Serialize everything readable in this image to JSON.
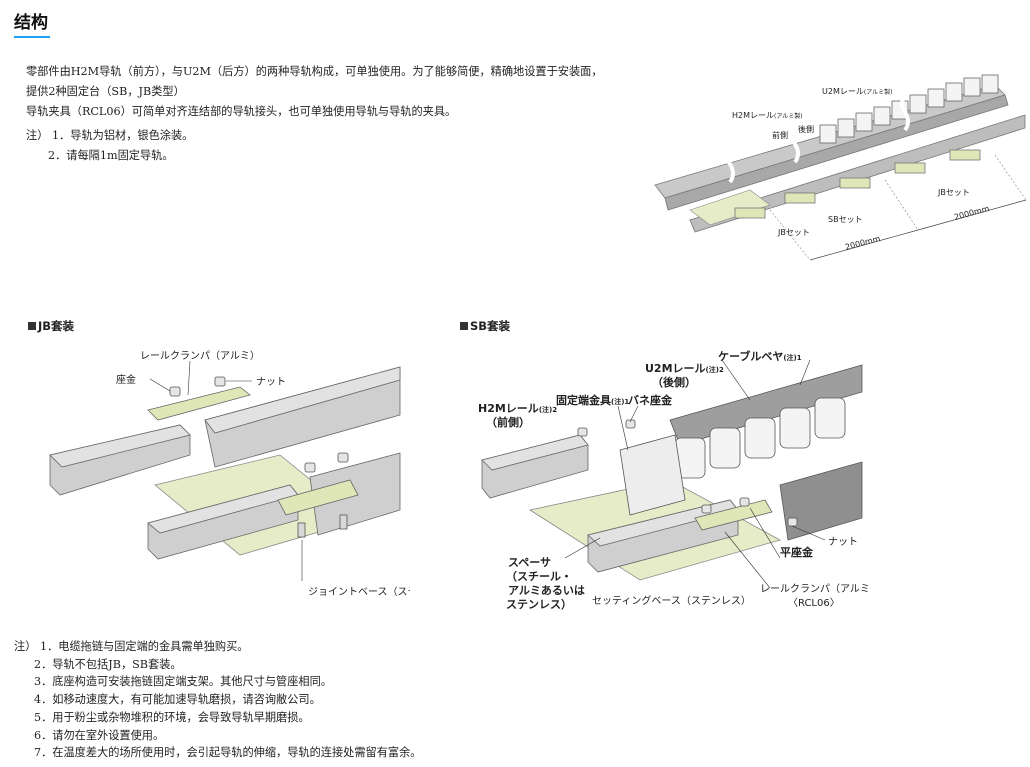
{
  "title": "结构",
  "intro": {
    "line1": "零部件由H2M导轨（前方），与U2M（后方）的两种导轨构成，可单独使用。为了能够简便，精确地设置于安装面，提供2种固定台（SB，JB类型）",
    "line2": "导轨夹具（RCL06）可简单对齐连结部的导轨接头，也可单独使用导轨与导轨的夹具。"
  },
  "notes_top": {
    "prefix": "注）",
    "items": [
      "1．导轨为铝材，银色涂装。",
      "2．请每隔1m固定导轨。"
    ]
  },
  "overview": {
    "labels": {
      "u2m": "U2Mレール",
      "u2m_sub": "(アルミ製)",
      "h2m": "H2Mレール",
      "h2m_sub": "(アルミ製)",
      "front": "前側",
      "rear": "後側",
      "jb_set1": "JBセット",
      "sb_set": "SBセット",
      "jb_set2": "JBセット",
      "dim1": "2000mm",
      "dim2": "2000mm"
    }
  },
  "jb_section": {
    "heading": "JB套装",
    "labels": {
      "clamper": "レールクランパ（アルミ）",
      "washer": "座金",
      "nut": "ナット",
      "base": "ジョイントベース（ステンレス）"
    }
  },
  "sb_section": {
    "heading": "SB套装",
    "labels": {
      "u2m": "U2Mレール",
      "u2m_note": "(注)2",
      "u2m_side": "（後側）",
      "conveyor": "ケーブルベヤ",
      "conveyor_note": "(注)1",
      "h2m": "H2Mレール",
      "h2m_note": "(注)2",
      "h2m_side": "（前側）",
      "fixed": "固定端金具",
      "fixed_note": "(注)1",
      "spring": "バネ座金",
      "nut": "ナット",
      "flat": "平座金",
      "spacer1": "スペーサ",
      "spacer2": "（スチール・",
      "spacer3": "アルミあるいは",
      "spacer4": "ステンレス）",
      "setting": "セッティングベース（ステンレス）",
      "clamper": "レールクランパ（アルミ）",
      "model": "〈RCL06〉"
    }
  },
  "notes_bottom": {
    "prefix": "注）",
    "items": [
      "1．电缆拖链与固定端的金具需单独购买。",
      "2．导轨不包括JB，SB套装。",
      "3．底座构造可安装拖链固定端支架。其他尺寸与管座相同。",
      "4．如移动速度大，有可能加速导轨磨损，请咨询敝公司。",
      "5．用于粉尘或杂物堆积的环境，会导致导轨早期磨损。",
      "6．请勿在室外设置使用。",
      "7．在温度差大的场所使用时，会引起导轨的伸缩，导轨的连接处需留有富余。"
    ]
  },
  "colors": {
    "accent": "#1da1f2",
    "rail": "#c9c9c9",
    "base": "#e6ecc8",
    "plate": "#dfe6b7"
  }
}
